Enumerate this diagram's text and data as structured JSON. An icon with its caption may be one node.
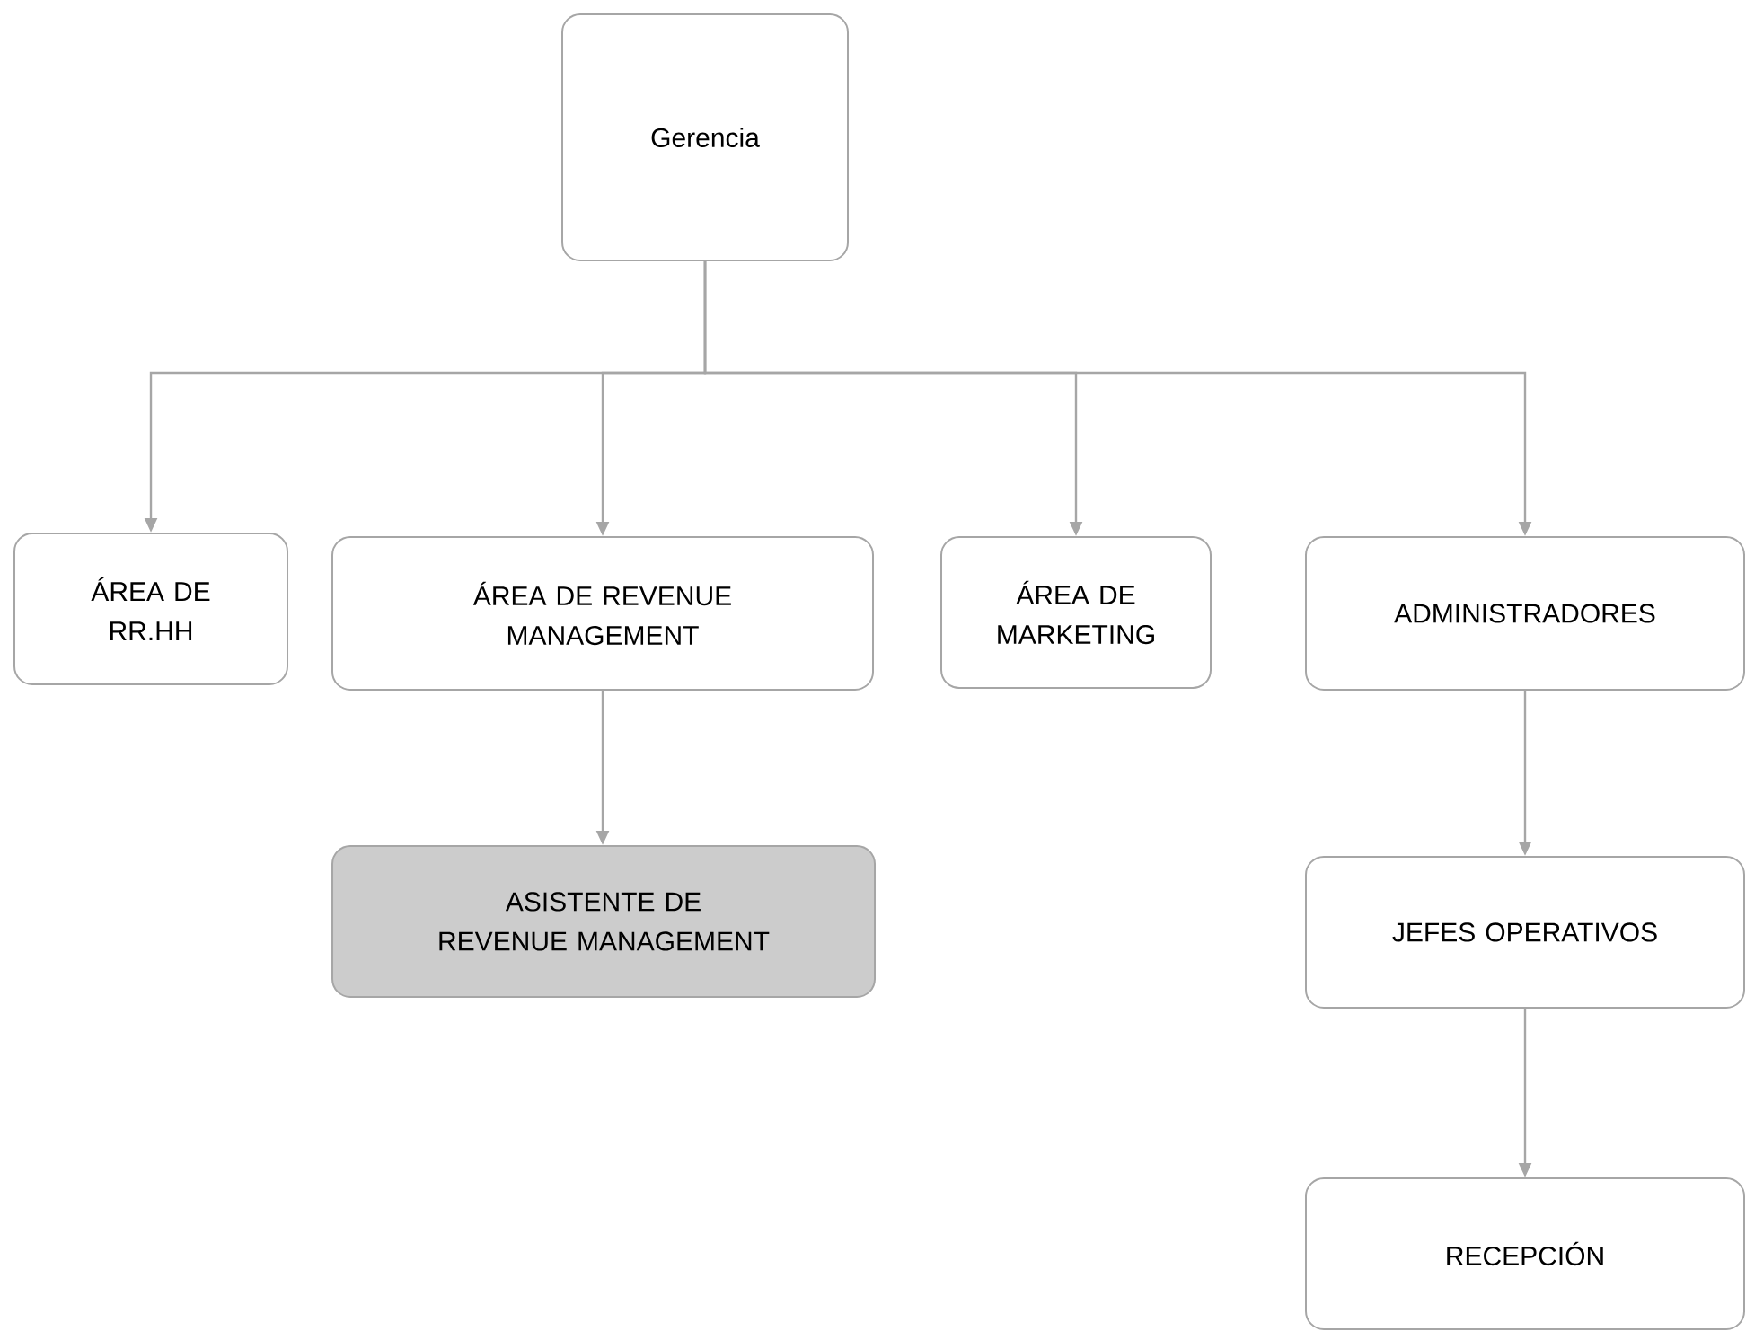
{
  "diagram": {
    "nodes": [
      {
        "text": [
          "Gerencia"
        ]
      },
      {
        "text": [
          "ÁREA DE RR.HH"
        ]
      },
      {
        "text": [
          "ÁREA DE REVENUE MANAGEMENT"
        ]
      },
      {
        "text": [
          "ÁREA DE MARKETING"
        ]
      },
      {
        "text": [
          "ADMINISTRADORES"
        ]
      },
      {
        "text": [
          "ASISTENTE DE REVENUE MANAGEMENT"
        ]
      },
      {
        "text": [
          "JEFES OPERATIVOS"
        ]
      },
      {
        "text": [
          "RECEPCIÓN"
        ]
      }
    ],
    "edges": [
      {
        "from": 0,
        "to": 1,
        "arrow": "to"
      },
      {
        "from": 0,
        "to": 2,
        "arrow": "to"
      },
      {
        "from": 0,
        "to": 3,
        "arrow": "to"
      },
      {
        "from": 0,
        "to": 4,
        "arrow": "to"
      },
      {
        "from": 2,
        "to": 5,
        "arrow": "to"
      },
      {
        "from": 4,
        "to": 6,
        "arrow": "to"
      },
      {
        "from": 6,
        "to": 7,
        "arrow": "to"
      }
    ]
  }
}
